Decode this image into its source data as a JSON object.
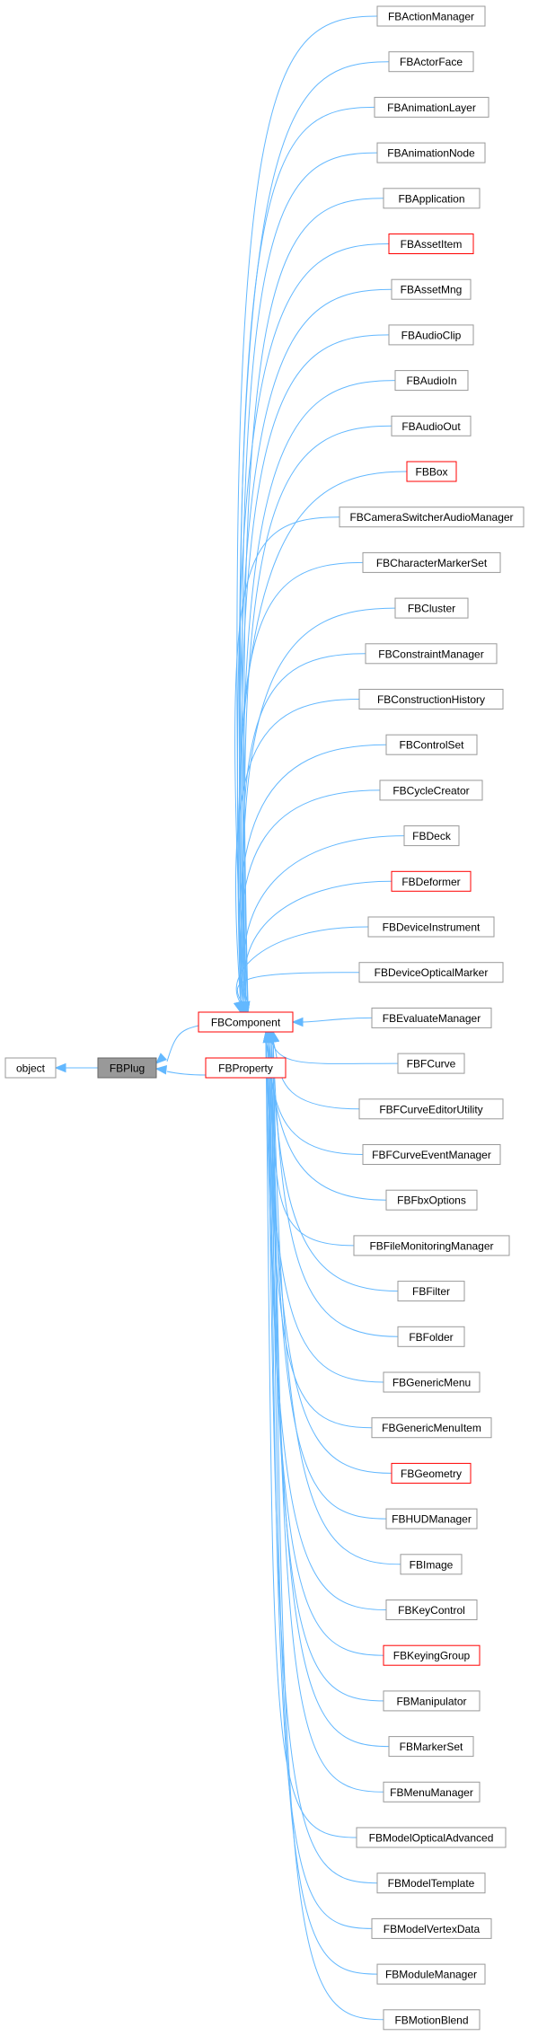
{
  "diagram": {
    "root_nodes": [
      {
        "id": "object",
        "label": "object",
        "style": "normal"
      },
      {
        "id": "FBPlug",
        "label": "FBPlug",
        "style": "selected"
      },
      {
        "id": "FBComponent",
        "label": "FBComponent",
        "style": "red"
      },
      {
        "id": "FBProperty",
        "label": "FBProperty",
        "style": "red"
      }
    ],
    "children": [
      {
        "label": "FBActionManager",
        "style": "normal"
      },
      {
        "label": "FBActorFace",
        "style": "normal"
      },
      {
        "label": "FBAnimationLayer",
        "style": "normal"
      },
      {
        "label": "FBAnimationNode",
        "style": "normal"
      },
      {
        "label": "FBApplication",
        "style": "normal"
      },
      {
        "label": "FBAssetItem",
        "style": "red"
      },
      {
        "label": "FBAssetMng",
        "style": "normal"
      },
      {
        "label": "FBAudioClip",
        "style": "normal"
      },
      {
        "label": "FBAudioIn",
        "style": "normal"
      },
      {
        "label": "FBAudioOut",
        "style": "normal"
      },
      {
        "label": "FBBox",
        "style": "red"
      },
      {
        "label": "FBCameraSwitcherAudioManager",
        "style": "normal"
      },
      {
        "label": "FBCharacterMarkerSet",
        "style": "normal"
      },
      {
        "label": "FBCluster",
        "style": "normal"
      },
      {
        "label": "FBConstraintManager",
        "style": "normal"
      },
      {
        "label": "FBConstructionHistory",
        "style": "normal"
      },
      {
        "label": "FBControlSet",
        "style": "normal"
      },
      {
        "label": "FBCycleCreator",
        "style": "normal"
      },
      {
        "label": "FBDeck",
        "style": "normal"
      },
      {
        "label": "FBDeformer",
        "style": "red"
      },
      {
        "label": "FBDeviceInstrument",
        "style": "normal"
      },
      {
        "label": "FBDeviceOpticalMarker",
        "style": "normal"
      },
      {
        "label": "FBEvaluateManager",
        "style": "normal"
      },
      {
        "label": "FBFCurve",
        "style": "normal"
      },
      {
        "label": "FBFCurveEditorUtility",
        "style": "normal"
      },
      {
        "label": "FBFCurveEventManager",
        "style": "normal"
      },
      {
        "label": "FBFbxOptions",
        "style": "normal"
      },
      {
        "label": "FBFileMonitoringManager",
        "style": "normal"
      },
      {
        "label": "FBFilter",
        "style": "normal"
      },
      {
        "label": "FBFolder",
        "style": "normal"
      },
      {
        "label": "FBGenericMenu",
        "style": "normal"
      },
      {
        "label": "FBGenericMenuItem",
        "style": "normal"
      },
      {
        "label": "FBGeometry",
        "style": "red"
      },
      {
        "label": "FBHUDManager",
        "style": "normal"
      },
      {
        "label": "FBImage",
        "style": "normal"
      },
      {
        "label": "FBKeyControl",
        "style": "normal"
      },
      {
        "label": "FBKeyingGroup",
        "style": "red"
      },
      {
        "label": "FBManipulator",
        "style": "normal"
      },
      {
        "label": "FBMarkerSet",
        "style": "normal"
      },
      {
        "label": "FBMenuManager",
        "style": "normal"
      },
      {
        "label": "FBModelOpticalAdvanced",
        "style": "normal"
      },
      {
        "label": "FBModelTemplate",
        "style": "normal"
      },
      {
        "label": "FBModelVertexData",
        "style": "normal"
      },
      {
        "label": "FBModuleManager",
        "style": "normal"
      },
      {
        "label": "FBMotionBlend",
        "style": "normal"
      }
    ],
    "colors": {
      "edge": "#63b8ff",
      "node_border": "#999999",
      "node_border_red": "#ff0000",
      "selected_fill": "#999999",
      "selected_border": "#666666"
    }
  }
}
